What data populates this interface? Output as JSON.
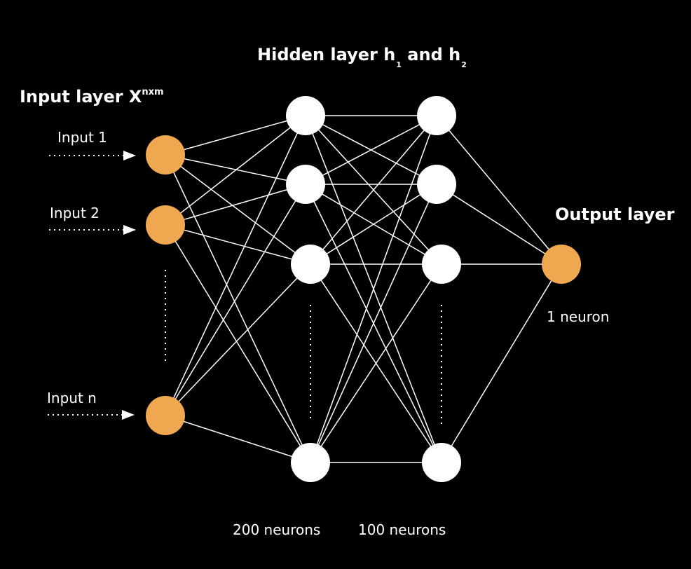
{
  "title": {
    "hidden_prefix": "Hidden layer h",
    "hidden_sub1": "1",
    "hidden_mid": " and h",
    "hidden_sub2": "2"
  },
  "input_layer": {
    "title_main": "Input layer X",
    "title_sup": "nxm",
    "labels": [
      "Input 1",
      "Input 2",
      "Input n"
    ]
  },
  "hidden_layers": {
    "h1_count_label": "200 neurons",
    "h2_count_label": "100 neurons"
  },
  "output_layer": {
    "title": "Output layer",
    "count_label": "1 neuron"
  },
  "colors": {
    "background": "#000000",
    "input_neuron": "#F0A850",
    "hidden_neuron": "#FFFFFF",
    "output_neuron": "#F0A850",
    "edge": "#FFFFFF",
    "text": "#FFFFFF"
  }
}
